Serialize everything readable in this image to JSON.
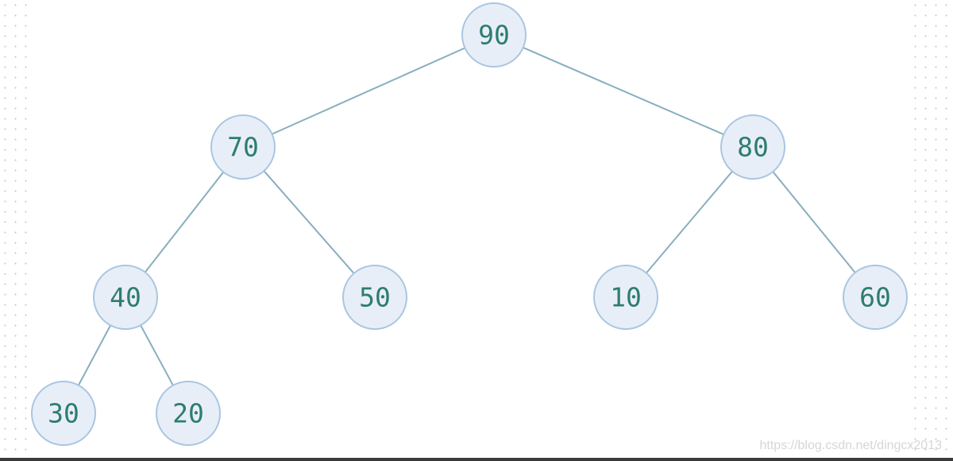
{
  "diagram": {
    "type": "binary-tree",
    "nodes": [
      {
        "id": "n90",
        "label": "90"
      },
      {
        "id": "n70",
        "label": "70"
      },
      {
        "id": "n80",
        "label": "80"
      },
      {
        "id": "n40",
        "label": "40"
      },
      {
        "id": "n50",
        "label": "50"
      },
      {
        "id": "n10",
        "label": "10"
      },
      {
        "id": "n60",
        "label": "60"
      },
      {
        "id": "n30",
        "label": "30"
      },
      {
        "id": "n20",
        "label": "20"
      }
    ],
    "edges": [
      {
        "from": "n90",
        "to": "n70"
      },
      {
        "from": "n90",
        "to": "n80"
      },
      {
        "from": "n70",
        "to": "n40"
      },
      {
        "from": "n70",
        "to": "n50"
      },
      {
        "from": "n80",
        "to": "n10"
      },
      {
        "from": "n80",
        "to": "n60"
      },
      {
        "from": "n40",
        "to": "n30"
      },
      {
        "from": "n40",
        "to": "n20"
      }
    ],
    "colors": {
      "node_fill": "#e8eef7",
      "node_stroke": "#a9c6e3",
      "label": "#2e7d6f",
      "edge": "#88aebe"
    }
  },
  "watermark": "https://blog.csdn.net/dingcx2013"
}
